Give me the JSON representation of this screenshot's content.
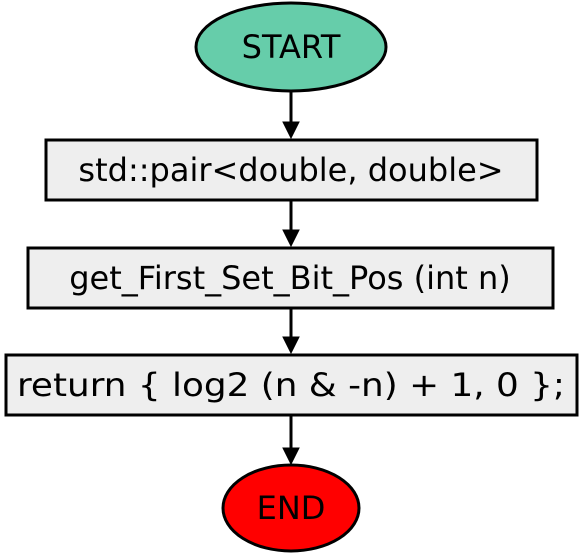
{
  "flowchart": {
    "start": {
      "label": "START",
      "fill": "#66cdaa"
    },
    "steps": [
      {
        "label": "std::pair<double, double>",
        "fill": "#eeeeee"
      },
      {
        "label": "get_First_Set_Bit_Pos (int n)",
        "fill": "#eeeeee"
      },
      {
        "label": "return { log2 (n & -n) + 1, 0 };",
        "fill": "#eeeeee"
      }
    ],
    "end": {
      "label": "END",
      "fill": "#ff0000"
    }
  }
}
